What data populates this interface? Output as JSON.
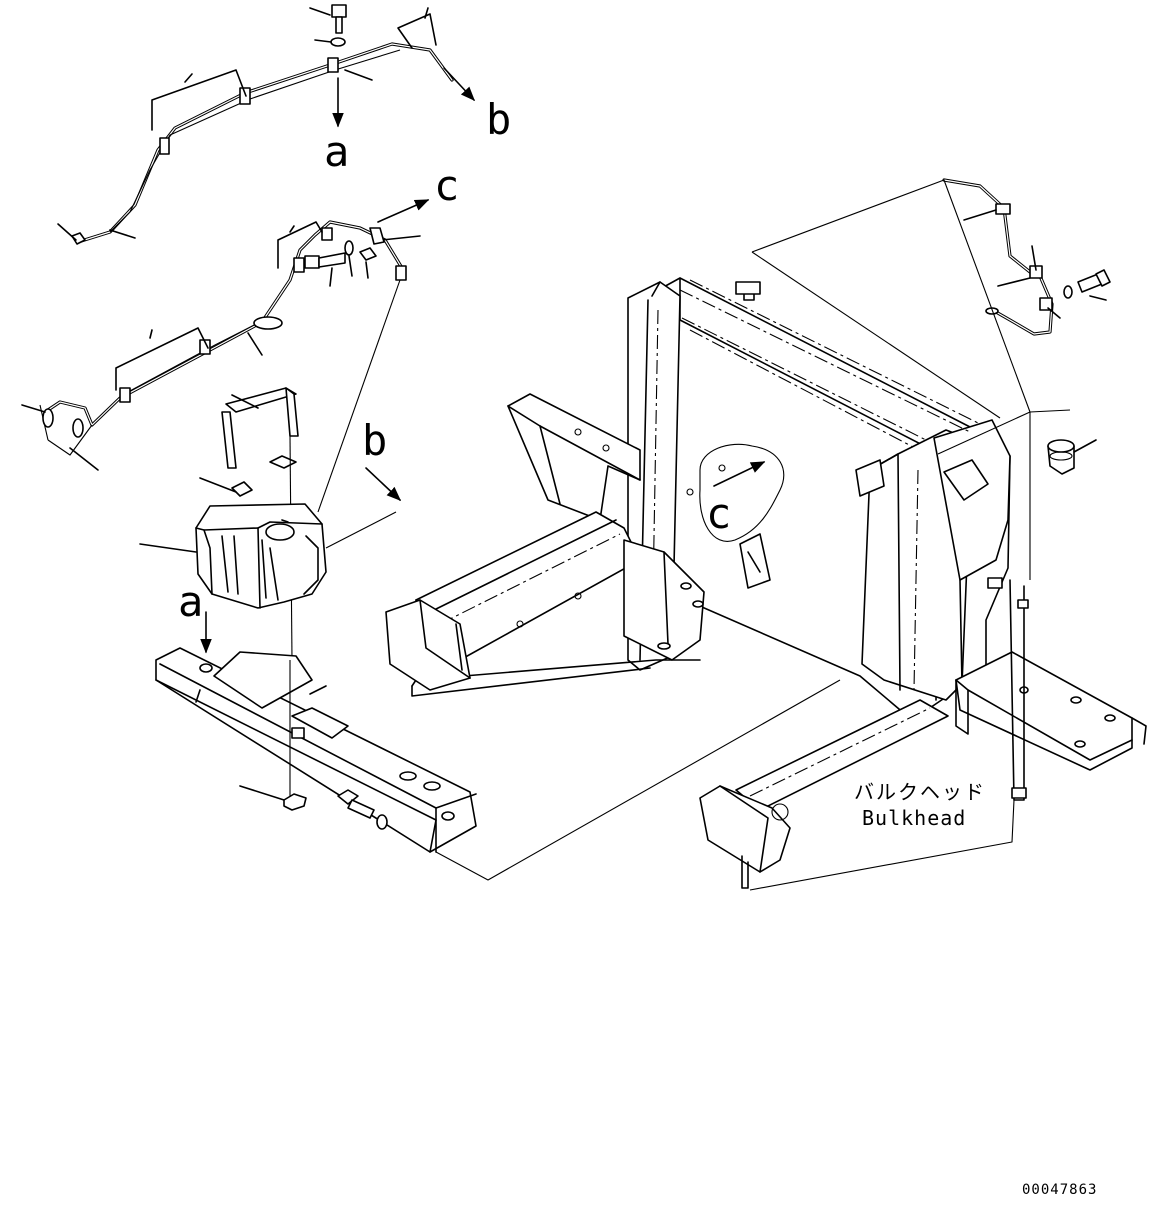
{
  "figure": {
    "reference_letters": {
      "a_top": "a",
      "a_bottom": "a",
      "b_top": "b",
      "b_mid": "b",
      "c_top": "c",
      "c_frame": "c"
    },
    "caption_japanese": "バルクヘッド",
    "caption_english": "Bulkhead",
    "drawing_number": "00047863"
  },
  "icons": {
    "arrow": "arrow-icon"
  }
}
